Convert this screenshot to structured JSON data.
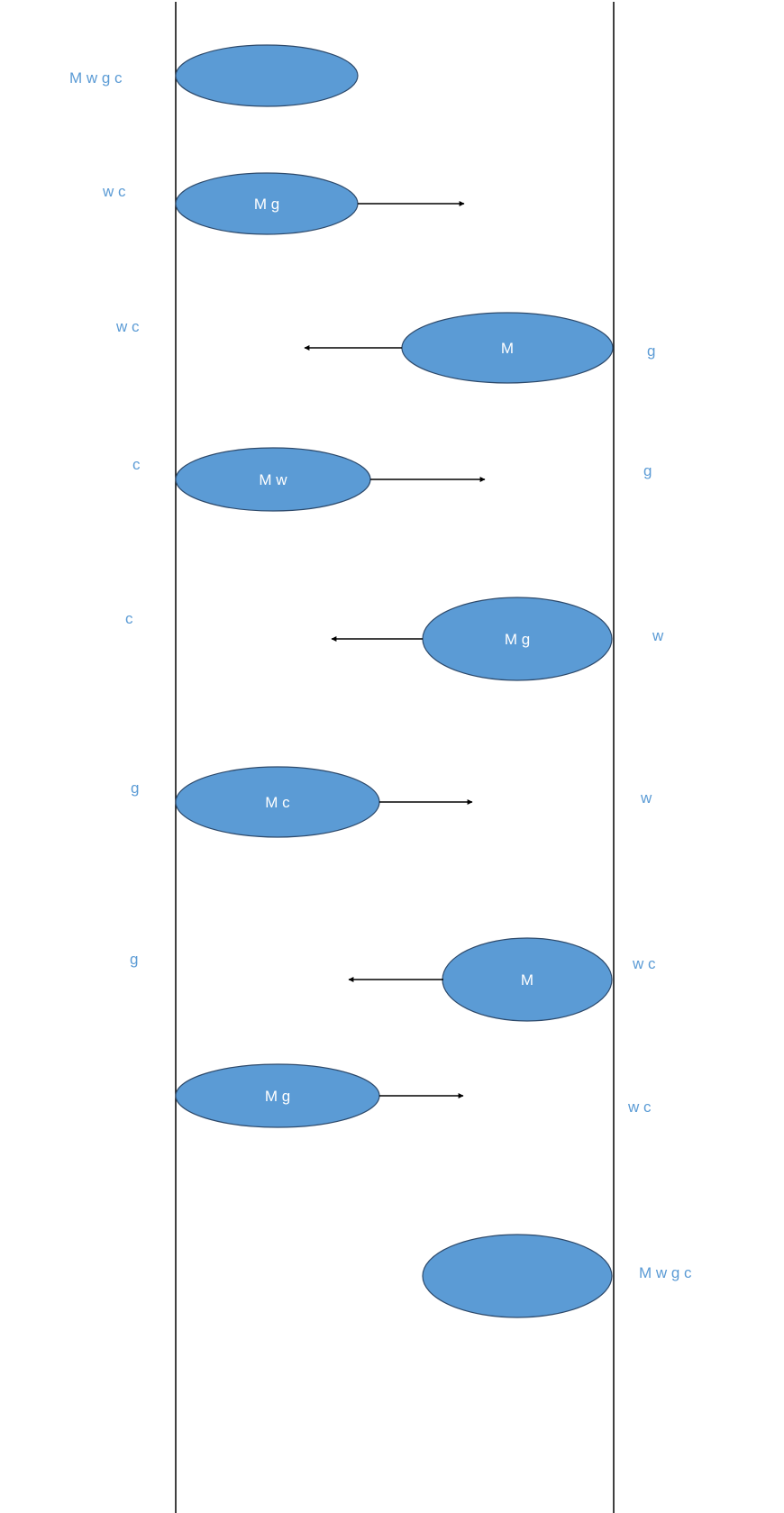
{
  "diagram": {
    "title": "",
    "colors": {
      "boat_fill": "#5b9bd5",
      "side_label": "#5b9bd5",
      "boat_label": "#ffffff",
      "line": "#000000"
    },
    "steps": [
      {
        "left": "M w g c",
        "boat": "",
        "boat_side": "left",
        "arrow": "none",
        "right": ""
      },
      {
        "left": "w c",
        "boat": "M g",
        "boat_side": "left",
        "arrow": "right",
        "right": ""
      },
      {
        "left": "w c",
        "boat": "M",
        "boat_side": "right",
        "arrow": "left",
        "right": "g"
      },
      {
        "left": "c",
        "boat": "M w",
        "boat_side": "left",
        "arrow": "right",
        "right": "g"
      },
      {
        "left": "c",
        "boat": "M g",
        "boat_side": "right",
        "arrow": "left",
        "right": "w"
      },
      {
        "left": "g",
        "boat": "M c",
        "boat_side": "left",
        "arrow": "right",
        "right": "w"
      },
      {
        "left": "g",
        "boat": "M",
        "boat_side": "right",
        "arrow": "left",
        "right": "w c"
      },
      {
        "left": "",
        "boat": "M g",
        "boat_side": "left",
        "arrow": "right",
        "right": "w c"
      },
      {
        "left": "",
        "boat": "",
        "boat_side": "right",
        "arrow": "none",
        "right": "M w g c"
      }
    ]
  }
}
